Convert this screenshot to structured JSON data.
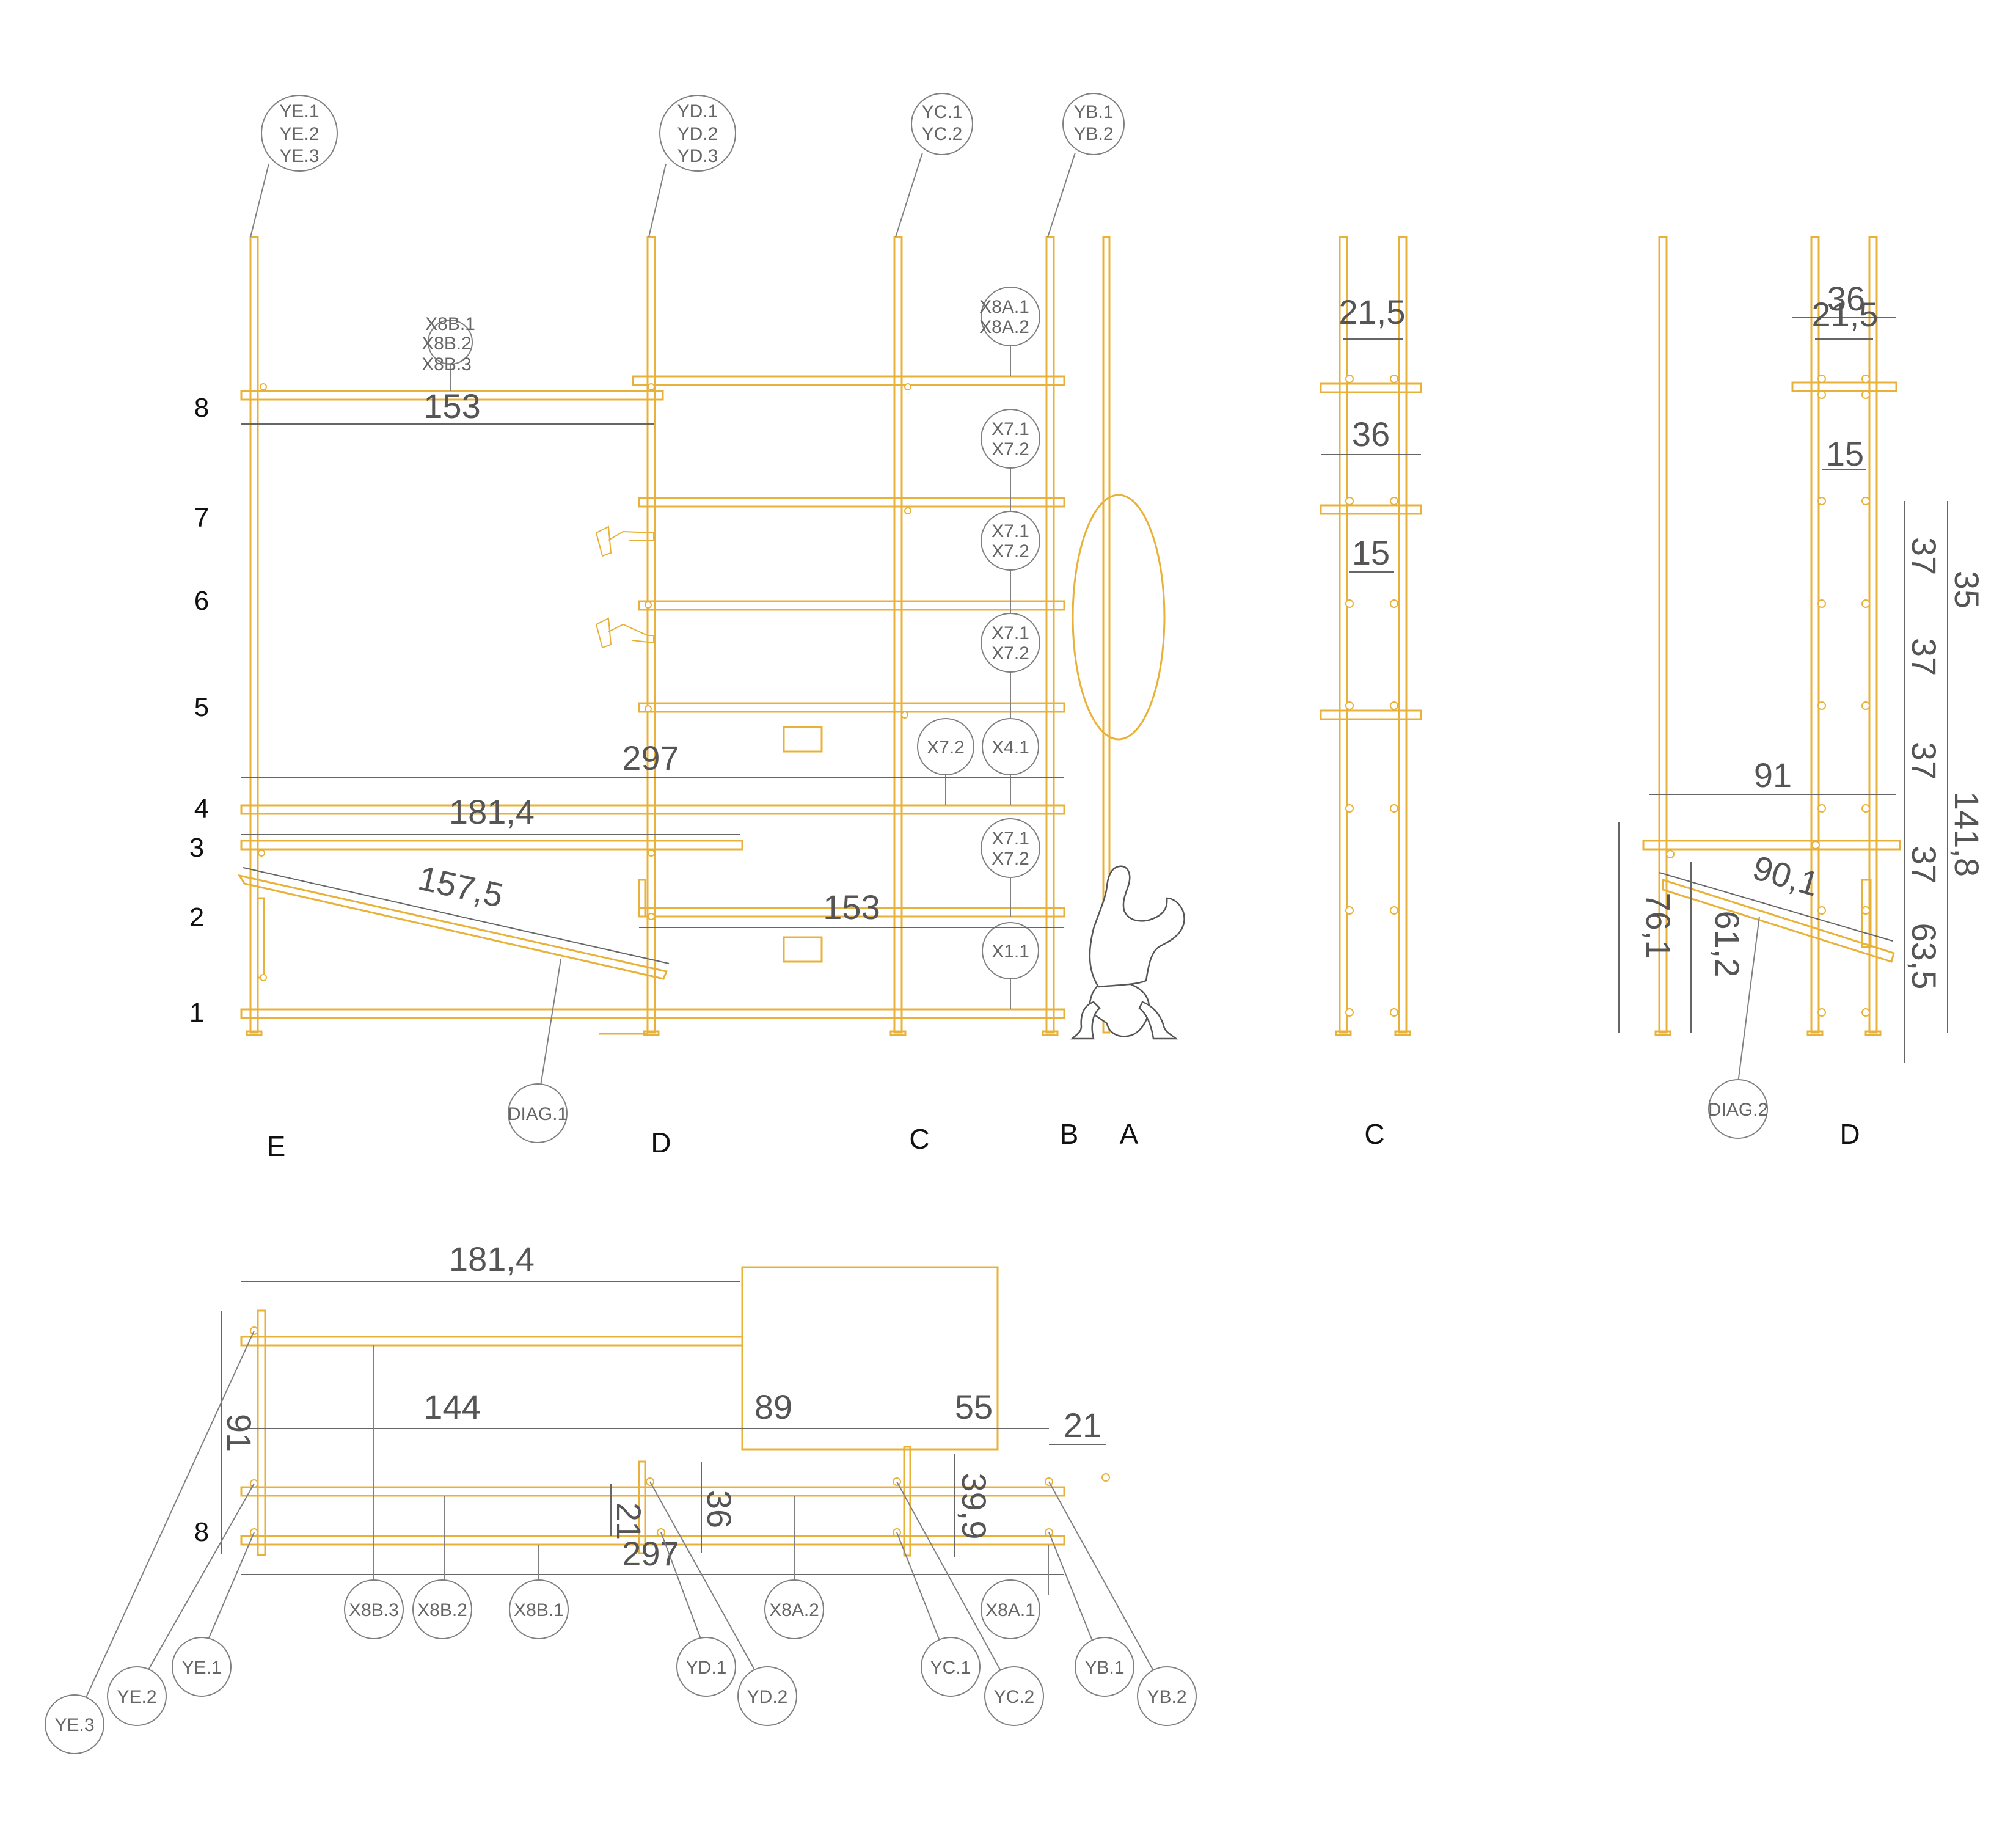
{
  "dimensions": {
    "front_153_top": "153",
    "front_297": "297",
    "front_181_4": "181,4",
    "front_157_5": "157,5",
    "front_153_low": "153",
    "sideC_21_5": "21,5",
    "sideC_36": "36",
    "sideC_15": "15",
    "sideD_36": "36",
    "sideD_21_5": "21,5",
    "sideD_15": "15",
    "sideD_37_a": "37",
    "sideD_35": "35",
    "sideD_37_b": "37",
    "sideD_37_c": "37",
    "sideD_141_8": "141,8",
    "sideD_37_d": "37",
    "sideD_91": "91",
    "sideD_90_1": "90,1",
    "sideD_76_1": "76,1",
    "sideD_61_2": "61,2",
    "sideD_63_5": "63,5",
    "plan_181_4": "181,4",
    "plan_144": "144",
    "plan_89": "89",
    "plan_55": "55",
    "plan_21": "21",
    "plan_91": "91",
    "plan_21_b": "21",
    "plan_36": "36",
    "plan_39_9": "39,9",
    "plan_297": "297"
  },
  "levels": [
    "8",
    "7",
    "6",
    "5",
    "4",
    "3",
    "2",
    "1"
  ],
  "plan_level": "8",
  "axes": {
    "front": [
      "E",
      "D",
      "C",
      "B",
      "A"
    ],
    "side_c": "C",
    "side_d": "D"
  },
  "tags": {
    "ye_group": [
      "YE.1",
      "YE.2",
      "YE.3"
    ],
    "yd_group": [
      "YD.1",
      "YD.2",
      "YD.3"
    ],
    "yc_group": [
      "YC.1",
      "YC.2"
    ],
    "yb_group": [
      "YB.1",
      "YB.2"
    ],
    "x8b_group": [
      "X8B.1",
      "X8B.2",
      "X8B.3"
    ],
    "x8a_group": [
      "X8A.1",
      "X8A.2"
    ],
    "x7_pair": [
      "X7.1",
      "X7.2"
    ],
    "x7_2": "X7.2",
    "x4_1": "X4.1",
    "x1_1": "X1.1",
    "diag_1": "DIAG.1",
    "diag_2": "DIAG.2",
    "plan_x8b3": "X8B.3",
    "plan_x8b2": "X8B.2",
    "plan_x8b1": "X8B.1",
    "plan_x8a2": "X8A.2",
    "plan_x8a1": "X8A.1",
    "plan_ye3": "YE.3",
    "plan_ye2": "YE.2",
    "plan_ye1": "YE.1",
    "plan_yd1": "YD.1",
    "plan_yd2": "YD.2",
    "plan_yc1": "YC.1",
    "plan_yc2": "YC.2",
    "plan_yb1": "YB.1",
    "plan_yb2": "YB.2"
  },
  "colors": {
    "structure": "#e8b23a",
    "annotation": "#808080",
    "text": "#555555",
    "label": "#111111"
  }
}
